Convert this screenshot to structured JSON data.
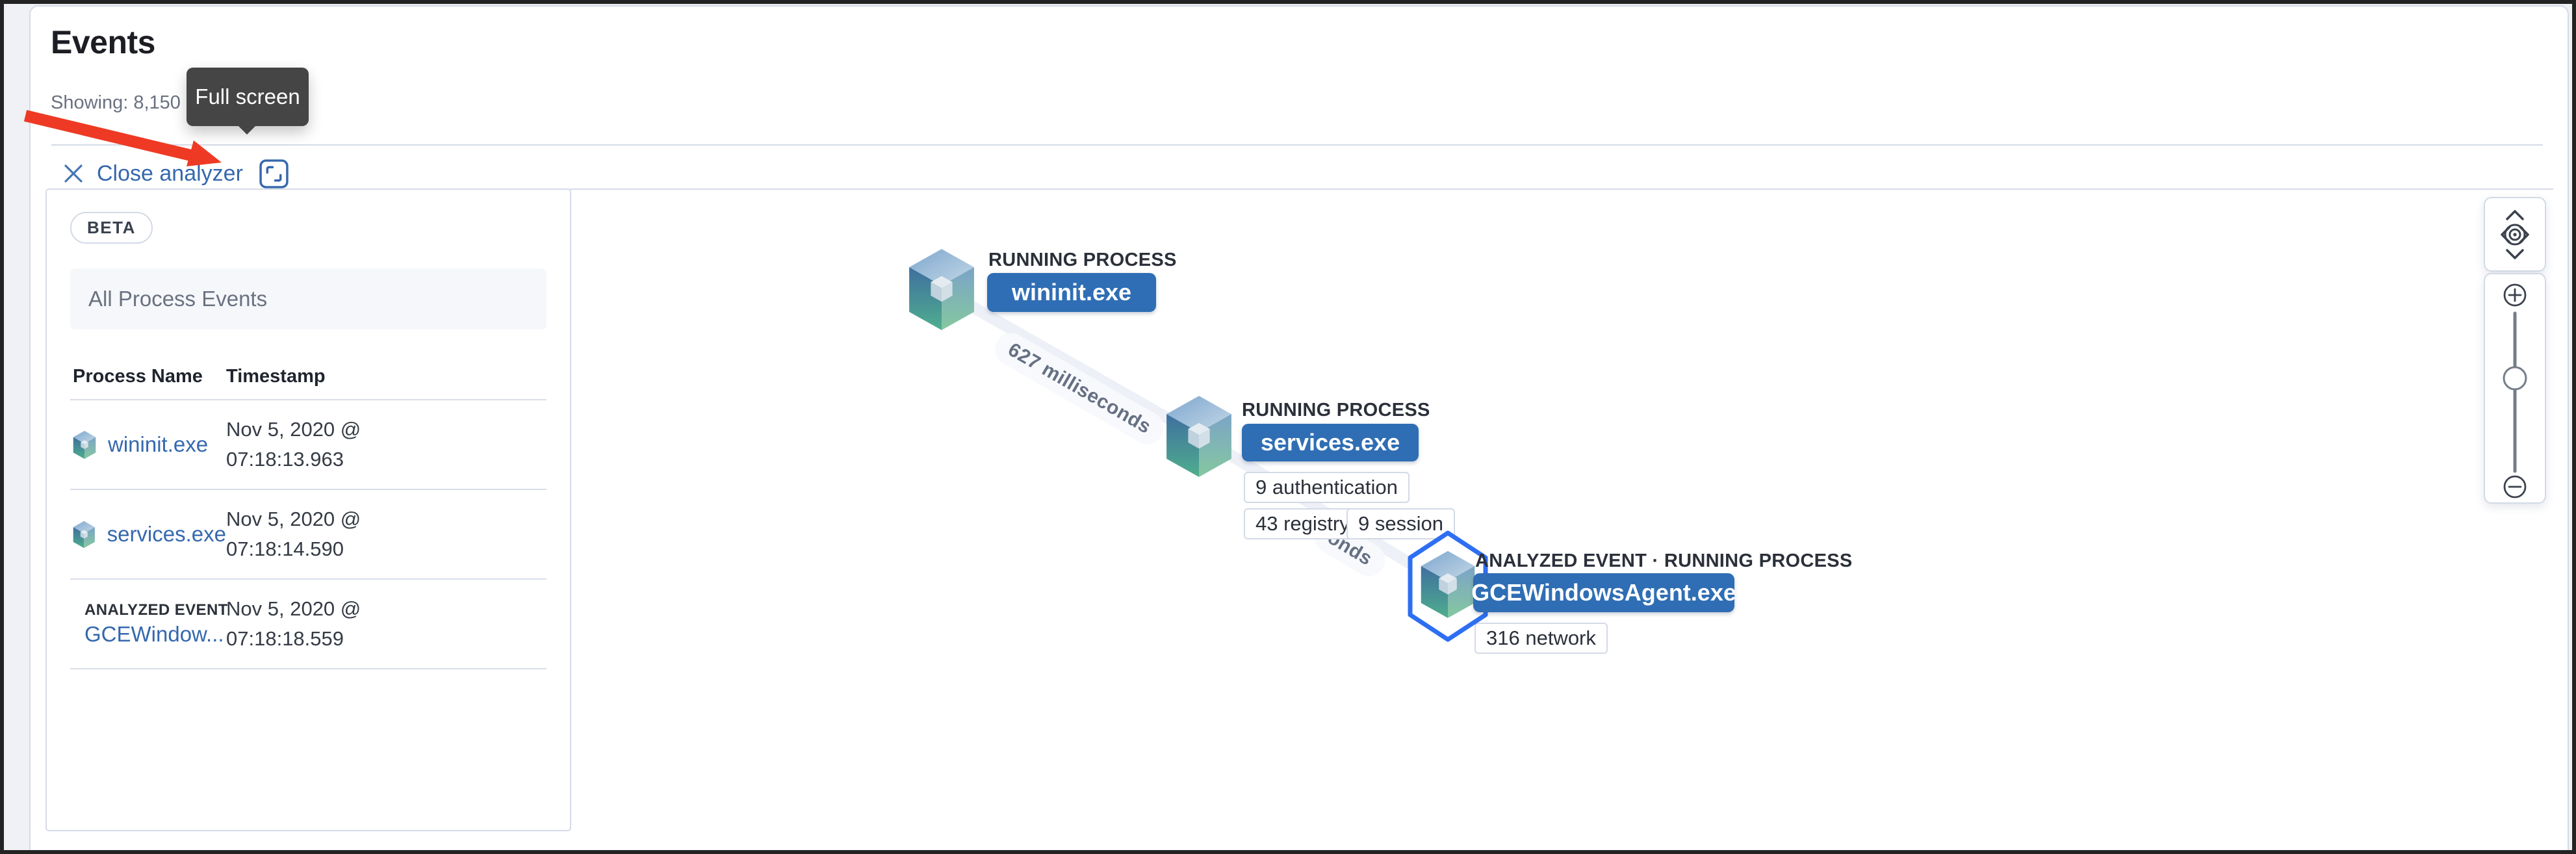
{
  "page": {
    "title": "Events",
    "subtitle": "Showing: 8,150 events"
  },
  "tooltip": {
    "label": "Full screen"
  },
  "analyzer": {
    "close_label": "Close analyzer",
    "beta_label": "BETA",
    "breadcrumb": "All Process Events",
    "table": {
      "columns": [
        "Process Name",
        "Timestamp"
      ],
      "rows": [
        {
          "name": "wininit.exe",
          "timestamp_line1": "Nov 5, 2020 @",
          "timestamp_line2": "07:18:13.963"
        },
        {
          "name": "services.exe",
          "timestamp_line1": "Nov 5, 2020 @",
          "timestamp_line2": "07:18:14.590"
        },
        {
          "analyzed_label": "ANALYZED EVENT",
          "name": "GCEWindow...",
          "timestamp_line1": "Nov 5, 2020 @",
          "timestamp_line2": "07:18:18.559"
        }
      ]
    }
  },
  "graph": {
    "nodes": [
      {
        "kind_label": "RUNNING PROCESS",
        "name": "wininit.exe"
      },
      {
        "kind_label": "RUNNING PROCESS",
        "name": "services.exe",
        "badges": [
          "9 authentication",
          "43 registry",
          "9 session"
        ]
      },
      {
        "kind_label": "ANALYZED EVENT · RUNNING PROCESS",
        "name": "GCEWindowsAgent.exe",
        "badges": [
          "316 network"
        ],
        "state": "selected"
      }
    ],
    "edges": [
      {
        "label": "627 milliseconds"
      },
      {
        "label_fragment": "onds"
      }
    ]
  },
  "colors": {
    "link_blue": "#3568ad",
    "button_blue": "#2f6eb4",
    "selection_blue": "#2e6ff2",
    "tooltip_bg": "#454545",
    "panel_border": "#d5dbe6",
    "edge_band": "#edf0f7",
    "annotation_red": "#ee3a24"
  },
  "icons": {
    "toolbar": [
      "cross-icon",
      "fullscreen-icon"
    ],
    "pan_controls": [
      "chevron-up-icon",
      "chevron-left-icon",
      "center-target-icon",
      "chevron-right-icon",
      "chevron-down-icon"
    ],
    "zoom_controls": [
      "plus-circle-icon",
      "minus-circle-icon",
      "zoom-slider"
    ],
    "process_node": "cube-icon",
    "analyzed_node": "hexagon-cube-icon"
  }
}
